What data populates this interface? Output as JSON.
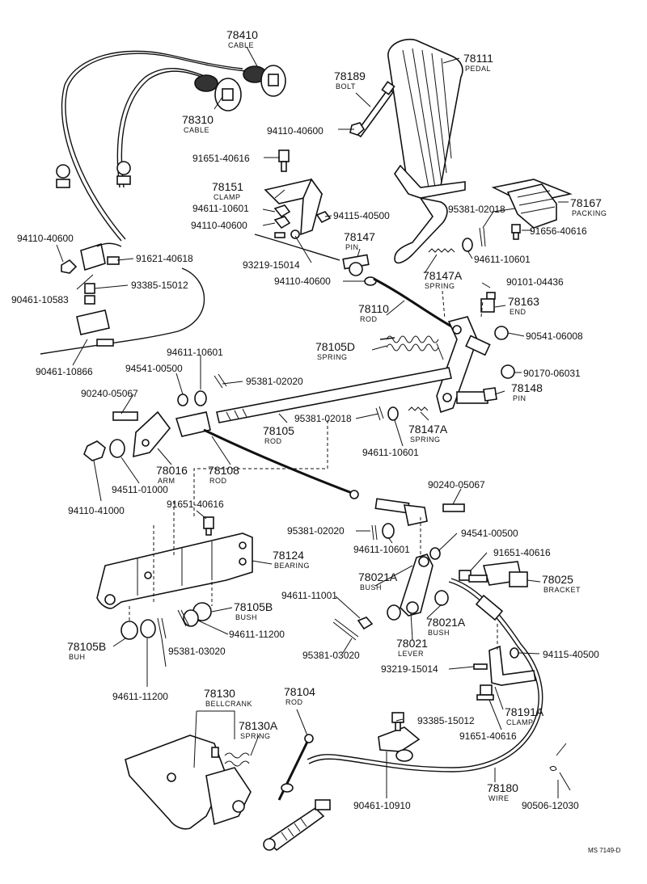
{
  "labels": [
    {
      "id": "78410",
      "num": "78410",
      "name": "CABLE"
    },
    {
      "id": "78310",
      "num": "78310",
      "name": "CABLE"
    },
    {
      "id": "78189",
      "num": "78189",
      "name": "BOLT"
    },
    {
      "id": "78111",
      "num": "78111",
      "name": "PEDAL"
    },
    {
      "id": "94110-40600-a",
      "num": "94110-40600",
      "name": ""
    },
    {
      "id": "91651-40616-a",
      "num": "91651-40616",
      "name": ""
    },
    {
      "id": "78151",
      "num": "78151",
      "name": "CLAMP"
    },
    {
      "id": "94611-10601-a",
      "num": "94611-10601",
      "name": ""
    },
    {
      "id": "94110-40600-b",
      "num": "94110-40600",
      "name": ""
    },
    {
      "id": "94115-40500-a",
      "num": "94115-40500",
      "name": ""
    },
    {
      "id": "95381-02018-a",
      "num": "95381-02018",
      "name": ""
    },
    {
      "id": "78167",
      "num": "78167",
      "name": "PACKING"
    },
    {
      "id": "91656-40616",
      "num": "91656-40616",
      "name": ""
    },
    {
      "id": "94110-40600-c",
      "num": "94110-40600",
      "name": ""
    },
    {
      "id": "91621-40618",
      "num": "91621-40618",
      "name": ""
    },
    {
      "id": "78147",
      "num": "78147",
      "name": "PIN"
    },
    {
      "id": "93219-15014-a",
      "num": "93219-15014",
      "name": ""
    },
    {
      "id": "94611-10601-b",
      "num": "94611-10601",
      "name": ""
    },
    {
      "id": "78147A-a",
      "num": "78147A",
      "name": "SPRING"
    },
    {
      "id": "94110-40600-d",
      "num": "94110-40600",
      "name": ""
    },
    {
      "id": "90461-10583",
      "num": "90461-10583",
      "name": ""
    },
    {
      "id": "93385-15012-a",
      "num": "93385-15012",
      "name": ""
    },
    {
      "id": "90101-04436",
      "num": "90101-04436",
      "name": ""
    },
    {
      "id": "78163",
      "num": "78163",
      "name": "END"
    },
    {
      "id": "78110",
      "num": "78110",
      "name": "ROD"
    },
    {
      "id": "90541-06008",
      "num": "90541-06008",
      "name": ""
    },
    {
      "id": "90461-10866",
      "num": "90461-10866",
      "name": ""
    },
    {
      "id": "78105D",
      "num": "78105D",
      "name": "SPRING"
    },
    {
      "id": "94611-10601-c",
      "num": "94611-10601",
      "name": ""
    },
    {
      "id": "94541-00500-a",
      "num": "94541-00500",
      "name": ""
    },
    {
      "id": "95381-02020-a",
      "num": "95381-02020",
      "name": ""
    },
    {
      "id": "90170-06031",
      "num": "90170-06031",
      "name": ""
    },
    {
      "id": "90240-05067-a",
      "num": "90240-05067",
      "name": ""
    },
    {
      "id": "78148",
      "num": "78148",
      "name": "PIN"
    },
    {
      "id": "95381-02018-b",
      "num": "95381-02018",
      "name": ""
    },
    {
      "id": "78147A-b",
      "num": "78147A",
      "name": "SPRING"
    },
    {
      "id": "78105",
      "num": "78105",
      "name": "ROD"
    },
    {
      "id": "94611-10601-d",
      "num": "94611-10601",
      "name": ""
    },
    {
      "id": "78016",
      "num": "78016",
      "name": "ARM"
    },
    {
      "id": "78108",
      "num": "78108",
      "name": "ROD"
    },
    {
      "id": "94511-01000",
      "num": "94511-01000",
      "name": ""
    },
    {
      "id": "94110-41000",
      "num": "94110-41000",
      "name": ""
    },
    {
      "id": "90240-05067-b",
      "num": "90240-05067",
      "name": ""
    },
    {
      "id": "91651-40616-b",
      "num": "91651-40616",
      "name": ""
    },
    {
      "id": "95381-02020-b",
      "num": "95381-02020",
      "name": ""
    },
    {
      "id": "94611-10601-e",
      "num": "94611-10601",
      "name": ""
    },
    {
      "id": "94541-00500-b",
      "num": "94541-00500",
      "name": ""
    },
    {
      "id": "91651-40616-c",
      "num": "91651-40616",
      "name": ""
    },
    {
      "id": "78124",
      "num": "78124",
      "name": "BEARING"
    },
    {
      "id": "78021A-a",
      "num": "78021A",
      "name": "BUSH"
    },
    {
      "id": "78025",
      "num": "78025",
      "name": "BRACKET"
    },
    {
      "id": "94611-11001",
      "num": "94611-11001",
      "name": ""
    },
    {
      "id": "78105B-a",
      "num": "78105B",
      "name": "BUSH"
    },
    {
      "id": "78021A-b",
      "num": "78021A",
      "name": "BUSH"
    },
    {
      "id": "94611-11200-a",
      "num": "94611-11200",
      "name": ""
    },
    {
      "id": "78021",
      "num": "78021",
      "name": "LEVER"
    },
    {
      "id": "94115-40500-b",
      "num": "94115-40500",
      "name": ""
    },
    {
      "id": "78105B-b",
      "num": "78105B",
      "name": "BUH"
    },
    {
      "id": "95381-03020-a",
      "num": "95381-03020",
      "name": ""
    },
    {
      "id": "95381-03020-b",
      "num": "95381-03020",
      "name": ""
    },
    {
      "id": "93219-15014-b",
      "num": "93219-15014",
      "name": ""
    },
    {
      "id": "94611-11200-b",
      "num": "94611-11200",
      "name": ""
    },
    {
      "id": "78130",
      "num": "78130",
      "name": "BELLCRANK"
    },
    {
      "id": "78104",
      "num": "78104",
      "name": "ROD"
    },
    {
      "id": "78191A",
      "num": "78191A",
      "name": "CLAMP"
    },
    {
      "id": "78130A",
      "num": "78130A",
      "name": "SPRING"
    },
    {
      "id": "93385-15012-b",
      "num": "93385-15012",
      "name": ""
    },
    {
      "id": "91651-40616-d",
      "num": "91651-40616",
      "name": ""
    },
    {
      "id": "78180",
      "num": "78180",
      "name": "WIRE"
    },
    {
      "id": "90461-10910",
      "num": "90461-10910",
      "name": ""
    },
    {
      "id": "90506-12030",
      "num": "90506-12030",
      "name": ""
    }
  ],
  "diagram_code": "MS 7149-D"
}
